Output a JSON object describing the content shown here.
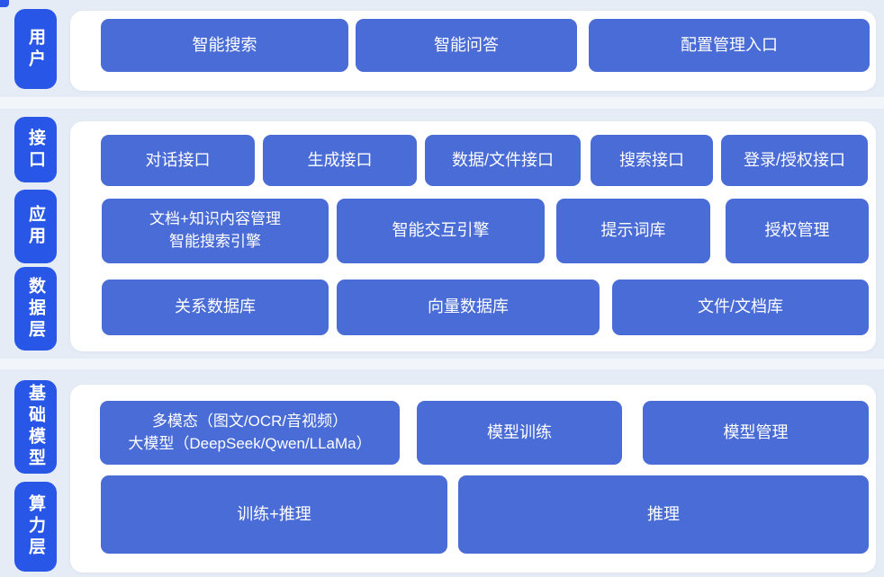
{
  "diagram": {
    "title": "system-architecture-layers",
    "badges": [
      "用户",
      "接口",
      "应用",
      "数据层",
      "基础模型",
      "算力层"
    ],
    "rows": [
      [
        "智能搜索",
        "智能问答",
        "配置管理入口"
      ],
      [
        "对话接口",
        "生成接口",
        "数据/文件接口",
        "搜索接口",
        "登录/授权接口"
      ],
      [
        "文档+知识内容管理\n智能搜索引擎",
        "智能交互引擎",
        "提示词库",
        "授权管理"
      ],
      [
        "关系数据库",
        "向量数据库",
        "文件/文档库"
      ],
      [
        "多模态（图文/OCR/音视频）\n大模型（DeepSeek/Qwen/LLaMa）",
        "模型训练",
        "模型管理"
      ],
      [
        "训练+推理",
        "推理"
      ]
    ]
  },
  "colors": {
    "badge_blue": "#2857E8",
    "block_blue": "#4A6CD6",
    "panel_white": "#FFFFFF",
    "section_background": "#E6ECF5",
    "page_background": "#F2F6FB",
    "text_white": "#FFFFFF"
  }
}
